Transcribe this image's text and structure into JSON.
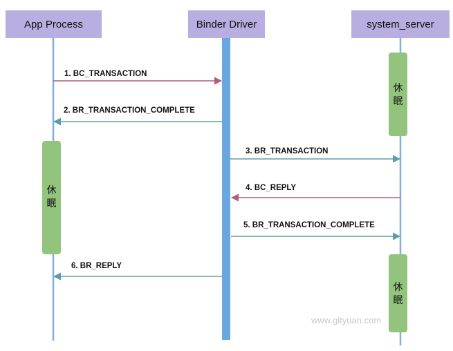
{
  "colors": {
    "participant_box": "#b9aee1",
    "lifeline": "#7fb0dc",
    "driver_bar": "#6aa7e1",
    "sleep_bar": "#93c47d",
    "arrow_call": "#b25b7f",
    "arrow_return": "#5f9ea8",
    "watermark": "#c8c8c8"
  },
  "participants": [
    {
      "label": "App Process"
    },
    {
      "label": "Binder Driver"
    },
    {
      "label": "system_server"
    }
  ],
  "messages": [
    {
      "label": "1. BC_TRANSACTION",
      "from": 0,
      "to": 1,
      "kind": "call"
    },
    {
      "label": "2. BR_TRANSACTION_COMPLETE",
      "from": 1,
      "to": 0,
      "kind": "return"
    },
    {
      "label": "3. BR_TRANSACTION",
      "from": 1,
      "to": 2,
      "kind": "return"
    },
    {
      "label": "4. BC_REPLY",
      "from": 2,
      "to": 1,
      "kind": "call"
    },
    {
      "label": "5. BR_TRANSACTION_COMPLETE",
      "from": 1,
      "to": 2,
      "kind": "return"
    },
    {
      "label": "6. BR_REPLY",
      "from": 1,
      "to": 0,
      "kind": "return"
    }
  ],
  "sleep_bars": [
    {
      "participant": 2,
      "chars": [
        "休",
        "眠"
      ]
    },
    {
      "participant": 0,
      "chars": [
        "休",
        "眠"
      ]
    },
    {
      "participant": 2,
      "chars": [
        "休",
        "眠"
      ]
    }
  ],
  "watermark": "www.gityuan.com"
}
